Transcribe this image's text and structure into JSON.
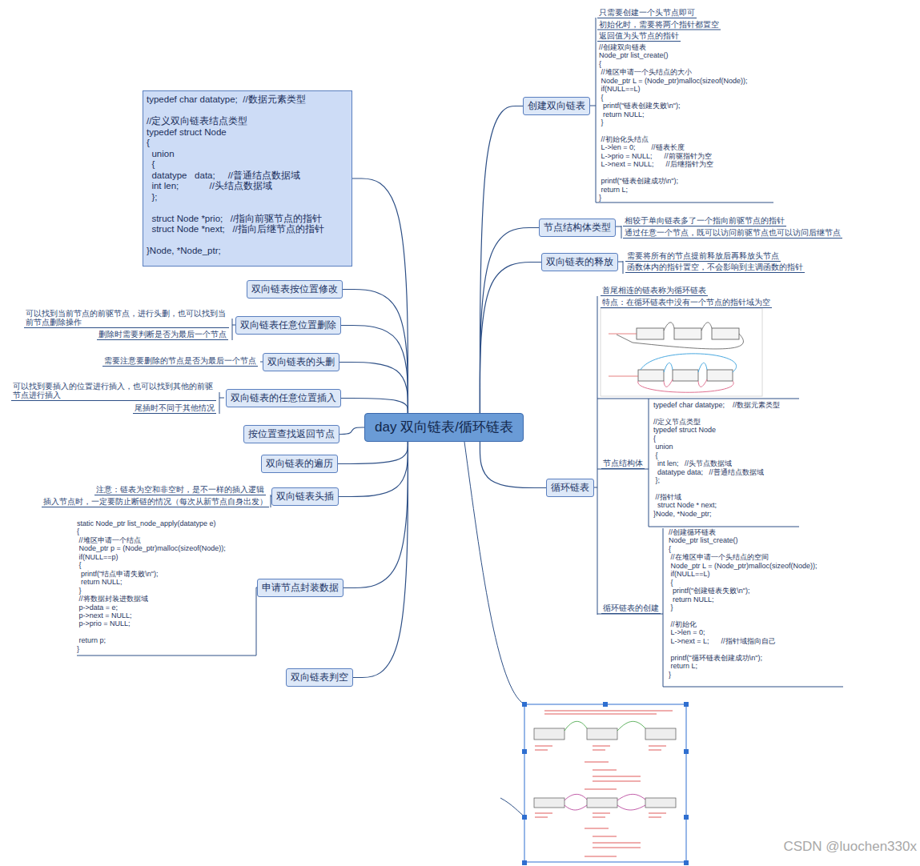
{
  "diagram": {
    "nodes": [
      {
        "text": [
          "day 双向链表/循环链表"
        ]
      },
      {
        "text": [
          "typedef char datatype;  //数据元素类型",
          "//定义双向链表结点类型",
          "typedef struct Node",
          "{",
          "  union",
          "  {",
          "  datatype   data;     //普通结点数据域",
          "  int len;            //头结点数据域",
          "  };",
          "  struct Node *prio;   //指向前驱节点的指针",
          "  struct Node *next;   //指向后继节点的指针",
          "}Node, *Node_ptr;"
        ]
      },
      {
        "text": [
          "创建双向链表"
        ]
      },
      {
        "text": [
          "节点结构体类型"
        ]
      },
      {
        "text": [
          "双向链表的释放"
        ]
      },
      {
        "text": [
          "双向链表按位置修改"
        ]
      },
      {
        "text": [
          "双向链表任意位置删除"
        ]
      },
      {
        "text": [
          "双向链表的头删"
        ]
      },
      {
        "text": [
          "双向链表的任意位置插入"
        ]
      },
      {
        "text": [
          "按位置查找返回节点"
        ]
      },
      {
        "text": [
          "双向链表的遍历"
        ]
      },
      {
        "text": [
          "双向链表头插"
        ]
      },
      {
        "text": [
          "循环链表"
        ]
      },
      {
        "text": [
          "申请节点封装数据"
        ]
      },
      {
        "text": [
          "双向链表判空"
        ]
      }
    ],
    "edges": [
      {
        "from": 0,
        "to": 1,
        "arrow": "none"
      },
      {
        "from": 0,
        "to": 2,
        "arrow": "none"
      },
      {
        "from": 0,
        "to": 3,
        "arrow": "none"
      },
      {
        "from": 0,
        "to": 4,
        "arrow": "none"
      },
      {
        "from": 0,
        "to": 5,
        "arrow": "none"
      },
      {
        "from": 0,
        "to": 6,
        "arrow": "none"
      },
      {
        "from": 0,
        "to": 7,
        "arrow": "none"
      },
      {
        "from": 0,
        "to": 8,
        "arrow": "none"
      },
      {
        "from": 0,
        "to": 9,
        "arrow": "none"
      },
      {
        "from": 0,
        "to": 10,
        "arrow": "none"
      },
      {
        "from": 0,
        "to": 11,
        "arrow": "none"
      },
      {
        "from": 0,
        "to": 12,
        "arrow": "none"
      },
      {
        "from": 0,
        "to": 13,
        "arrow": "none"
      },
      {
        "from": 0,
        "to": 14,
        "arrow": "none"
      }
    ],
    "labels": [
      "只需要创建一个头节点即可",
      "初始化时，需要将两个指针都置空",
      "返回值为头节点的指针",
      "//创建双向链表",
      "Node_ptr list_create()",
      "{",
      " //堆区申请一个头结点的大小",
      " Node_ptr L = (Node_ptr)malloc(sizeof(Node));",
      " if(NULL==L)",
      " {",
      "  printf(\"链表创建失败\\n\");",
      "  return NULL;",
      " }",
      " //初始化头结点",
      " L->len = 0;        //链表长度",
      " L->prio = NULL;      //前驱指针为空",
      " L->next = NULL;      //后继指针为空",
      " printf(\"链表创建成功\\n\");",
      " return L;",
      "}",
      "相较于单向链表多了一个指向前驱节点的指针",
      "通过任意一个节点，既可以访问前驱节点也可以访问后继节点",
      "需要将所有的节点提前释放后再释放头节点",
      "函数体内的指针置空，不会影响到主调函数的指针",
      "首尾相连的链表称为循环链表",
      "特点：在循环链表中没有一个节点的指针域为空",
      "节点结构体",
      "typedef char datatype;    //数据元素类型",
      "//定义节点类型",
      "typedef struct Node",
      "{",
      " union",
      " {",
      "  int len;   //头节点数据域",
      "  datatype data;   //普通结点数据域",
      " };",
      " //指针域",
      "  struct Node * next;",
      "}Node, *Node_ptr;",
      "循环链表的创建",
      "//创建循环链表",
      "Node_ptr list_create()",
      "{",
      " //在堆区申请一个头结点的空间",
      " Node_ptr L = (Node_ptr)malloc(sizeof(Node));",
      " if(NULL==L)",
      " {",
      "  printf(\"创建链表失败\\n\");",
      "  return NULL;",
      " }",
      " //初始化",
      " L->len = 0;",
      " L->next = L;      //指针域指向自己",
      " printf(\"循环链表创建成功\\n\");",
      " return L;",
      "}",
      "可以找到当前节点的前驱节点，进行头删，也可以找到当前节点删除操作",
      "删除时需要判断是否为最后一个节点",
      "需要注意要删除的节点是否为最后一个节点",
      "可以找到要插入的位置进行插入，也可以找到其他的前驱节点进行插入",
      "尾插时不同于其他情况",
      "注意：链表为空和非空时，是不一样的插入逻辑",
      "插入节点时，一定要防止断链的情况（每次从新节点自身出发）",
      "static Node_ptr list_node_apply(datatype e)",
      "{",
      " //堆区申请一个结点",
      " Node_ptr p = (Node_ptr)malloc(sizeof(Node));",
      " if(NULL==p)",
      " {",
      "  printf(\"结点申请失败\\n\");",
      "  return NULL;",
      " }",
      " //将数据封装进数据域",
      " p->data = e;",
      " p->next = NULL;",
      " p->prio = NULL;",
      " return p;",
      "}",
      "CSDN @luochen330x"
    ]
  }
}
